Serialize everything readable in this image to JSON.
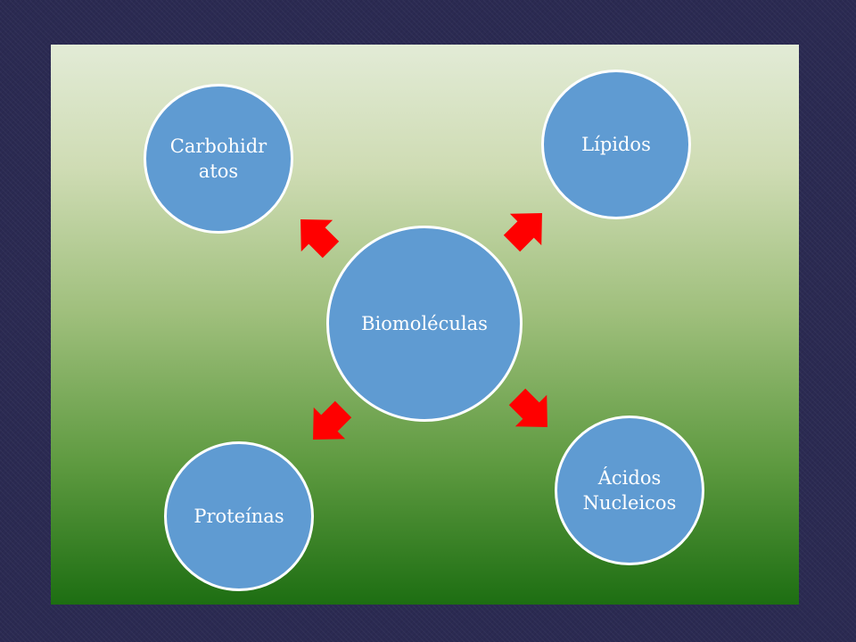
{
  "diagram": {
    "center": {
      "label": "Biomoléculas"
    },
    "nodes": [
      {
        "id": "carbohidratos",
        "label_line1": "Carbohidr",
        "label_line2": "atos"
      },
      {
        "id": "lipidos",
        "label": "Lípidos"
      },
      {
        "id": "proteinas",
        "label": "Proteínas"
      },
      {
        "id": "acidos-nucleicos",
        "label_line1": "Ácidos",
        "label_line2": "Nucleicos"
      }
    ]
  },
  "colors": {
    "frame": "#2b2a52",
    "node_fill": "#5f9bd2",
    "node_border": "#ffffff",
    "arrow": "#ff0000",
    "gradient_top": "#e2ebd6",
    "gradient_bottom": "#1d6e12"
  }
}
